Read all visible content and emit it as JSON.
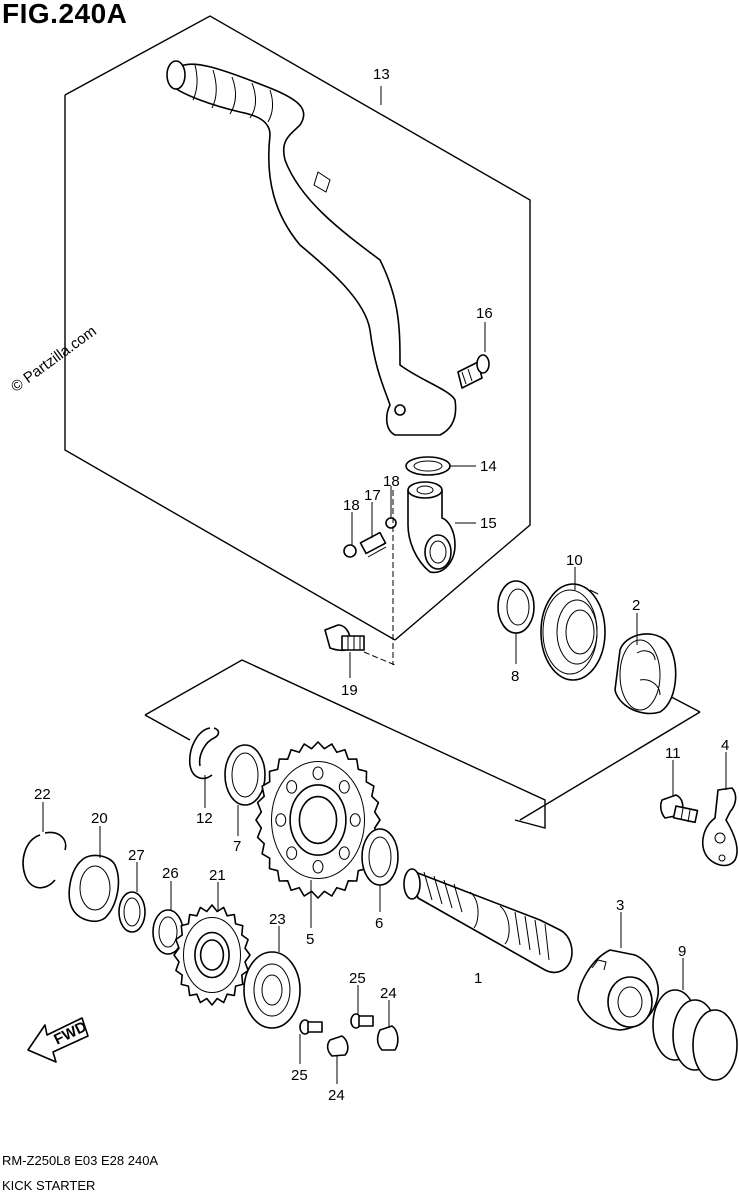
{
  "title": "FIG.240A",
  "watermark": "© Partzilla.com",
  "footer": {
    "model_code": "RM-Z250L8  E03  E28  240A",
    "section_title": "KICK STARTER"
  },
  "fwd_label": "FWD",
  "callouts": [
    "13",
    "16",
    "14",
    "18",
    "17",
    "18",
    "15",
    "10",
    "8",
    "2",
    "19",
    "4",
    "11",
    "22",
    "20",
    "27",
    "26",
    "21",
    "12",
    "7",
    "5",
    "6",
    "3",
    "1",
    "9",
    "23",
    "25",
    "24",
    "25",
    "24"
  ]
}
